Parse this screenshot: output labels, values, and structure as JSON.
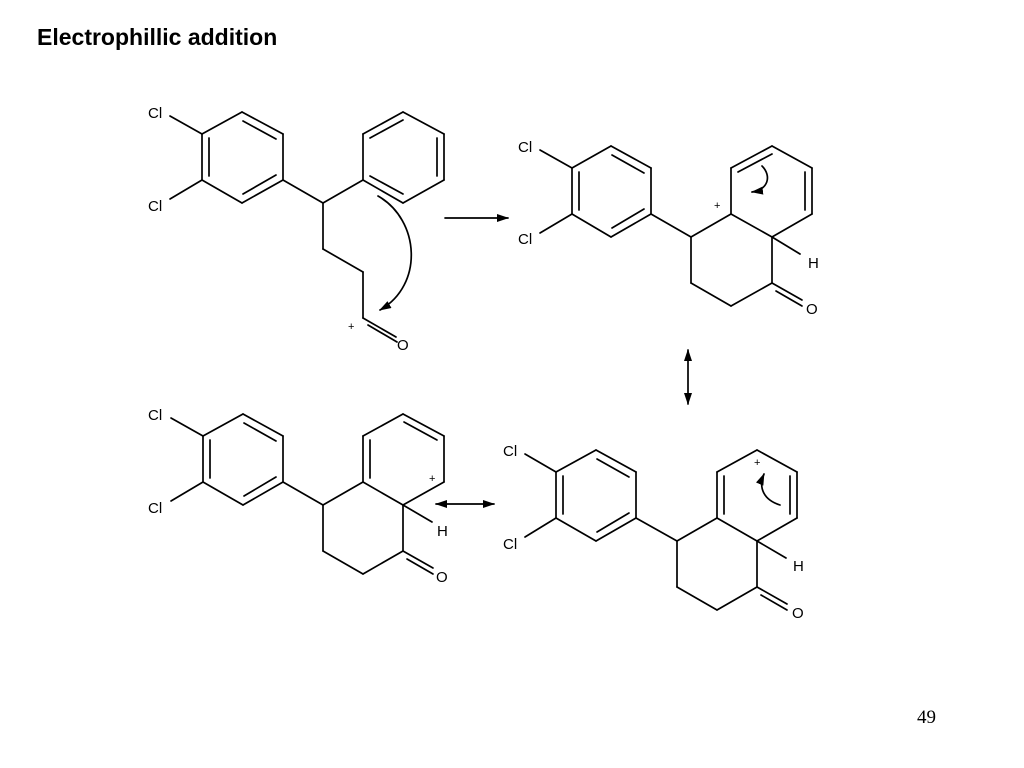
{
  "slide": {
    "title": "Electrophillic addition",
    "page_number": "49"
  },
  "atoms": {
    "cl": "Cl",
    "o": "O",
    "h": "H",
    "plus": "+"
  }
}
